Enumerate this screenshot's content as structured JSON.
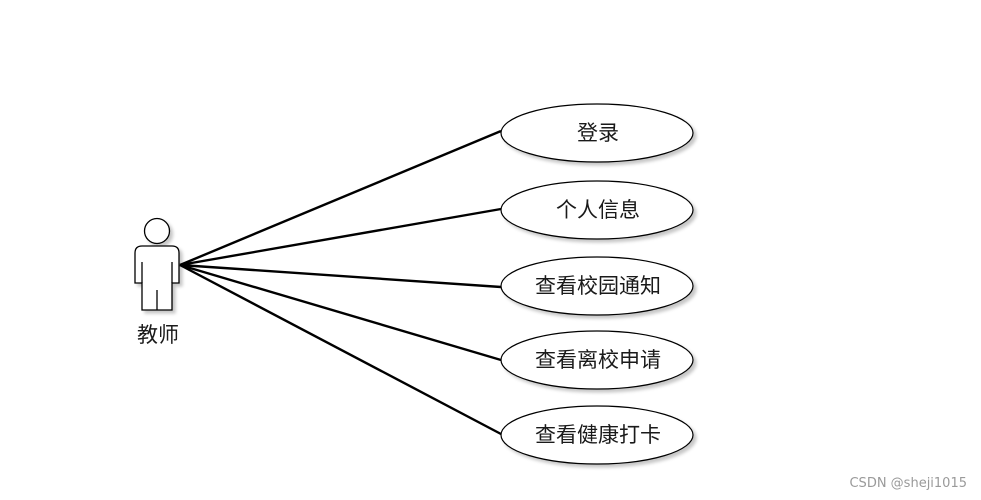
{
  "actor": {
    "label": "教师",
    "icon": "person-icon"
  },
  "use_cases": [
    {
      "label": "登录"
    },
    {
      "label": "个人信息"
    },
    {
      "label": "查看校园通知"
    },
    {
      "label": "查看离校申请"
    },
    {
      "label": "查看健康打卡"
    }
  ],
  "watermark": "CSDN @sheji1015"
}
